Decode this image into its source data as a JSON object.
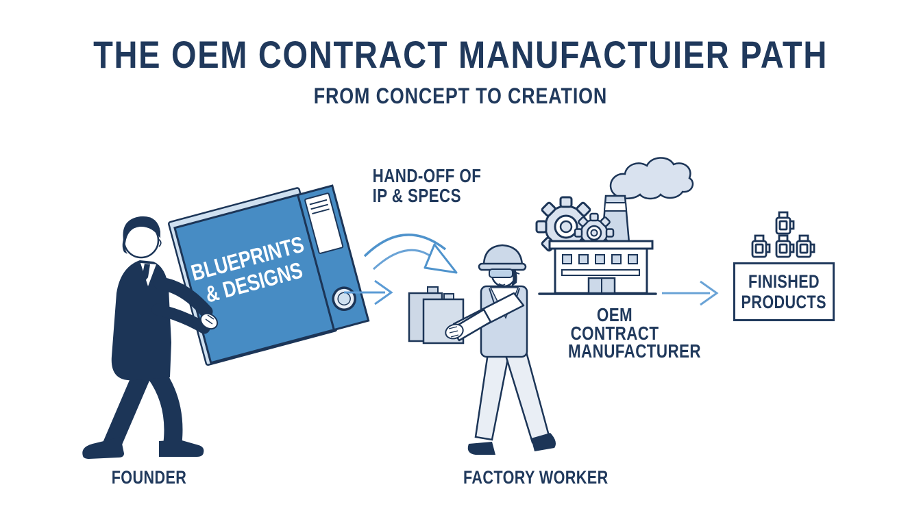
{
  "header": {
    "title": "THE OEM CONTRACT MANUFACTUIER PATH",
    "subtitle": "FROM CONCEPT TO CREATION"
  },
  "steps": {
    "founder": {
      "label": "FOUNDER",
      "binder": {
        "line1": "BLUEPRINTS",
        "line2": "& DESIGNS"
      }
    },
    "handoff": {
      "line1": "HAND-OFF OF",
      "line2": "IP & SPECS"
    },
    "factory_worker": {
      "label": "FACTORY WORKER"
    },
    "oem": {
      "line1": "OEM",
      "line2": "CONTRACT",
      "line3": "MANUFACTURER"
    },
    "finished": {
      "line1": "FINISHED",
      "line2": "PRODUCTS"
    }
  },
  "colors": {
    "navy": "#1f3a5c",
    "binder_blue": "#478cc4",
    "light_fill": "#d9e2ef",
    "arrow_blue": "#5b9bd5"
  }
}
